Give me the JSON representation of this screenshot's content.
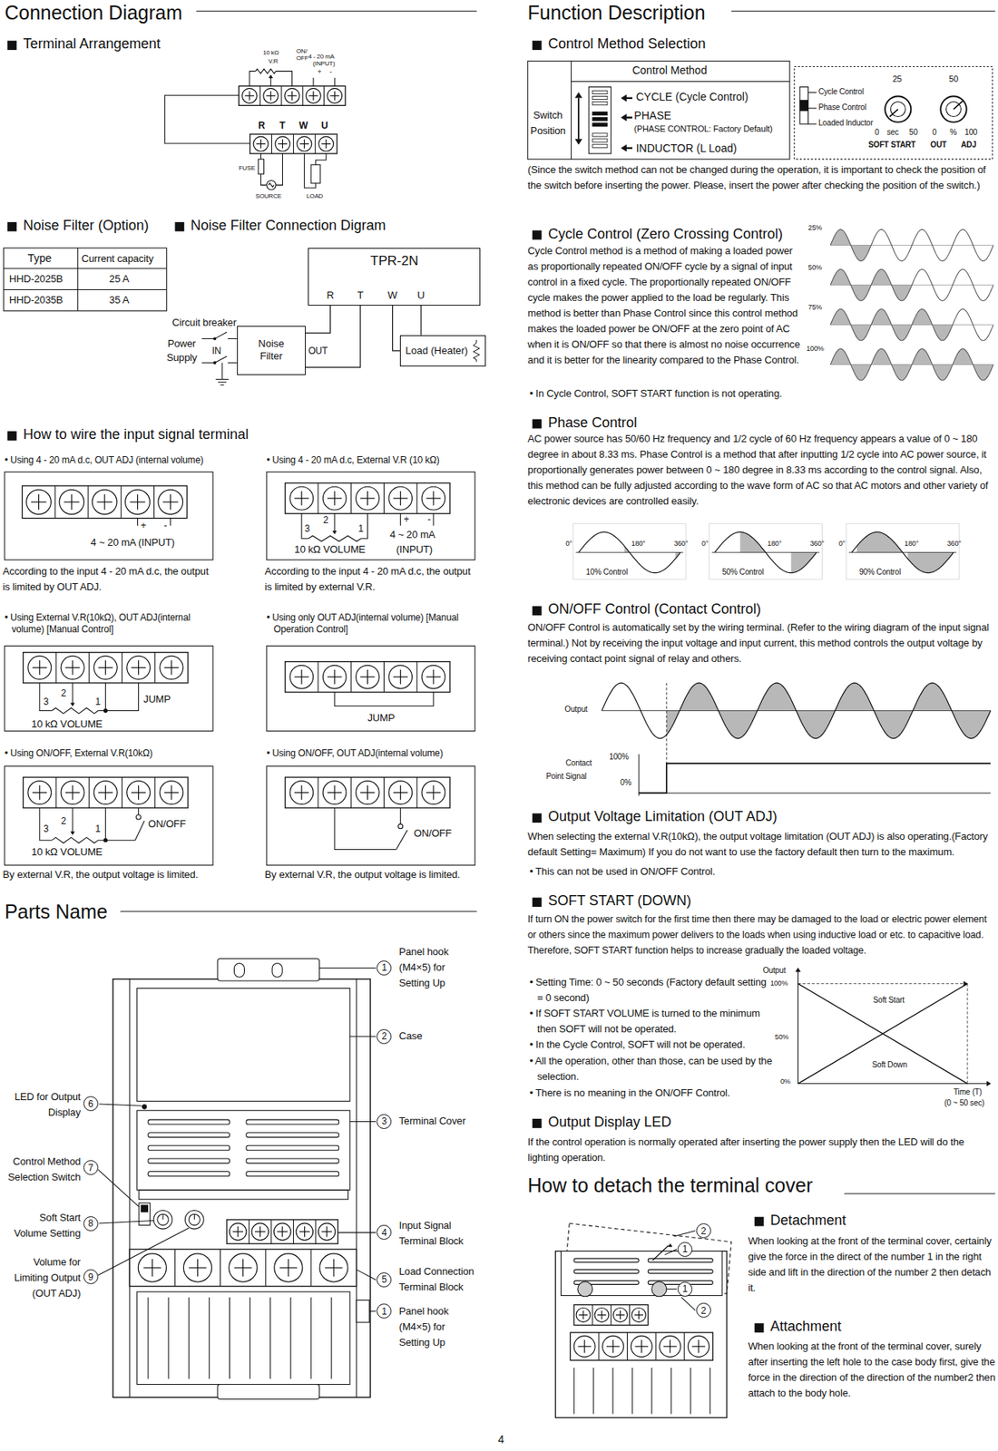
{
  "diagram": {
    "nodes": [
      {
        "text": [
          "TPR-2N",
          "R",
          "T",
          "W",
          "U"
        ]
      },
      {
        "text": [
          "Noise Filter"
        ]
      },
      {
        "text": [
          "Load (Heater)"
        ]
      },
      {
        "text": [
          "1"
        ]
      },
      {
        "text": [
          "2"
        ]
      },
      {
        "text": [
          "6"
        ]
      },
      {
        "text": [
          "3"
        ]
      },
      {
        "text": [
          "7"
        ]
      },
      {
        "text": [
          "8"
        ]
      },
      {
        "text": [
          "4"
        ]
      },
      {
        "text": [
          "9"
        ]
      },
      {
        "text": [
          "5"
        ]
      },
      {
        "text": [
          "1"
        ]
      },
      {
        "text": [
          "2"
        ]
      },
      {
        "text": [
          "1"
        ]
      },
      {
        "text": [
          "1"
        ]
      },
      {
        "text": [
          "2"
        ]
      }
    ],
    "edges": [
      {
        "from": 1,
        "to": 0,
        "arrow": "none"
      },
      {
        "from": 1,
        "to": 0,
        "arrow": "none"
      },
      {
        "from": 0,
        "to": 2,
        "arrow": "none"
      },
      {
        "from": 0,
        "to": 2,
        "arrow": "none"
      }
    ],
    "labels": [
      "Connection Diagram",
      "Terminal Arrangement",
      "10 kΩ",
      "V.R",
      "ON/",
      "OFF",
      "4 - 20 mA",
      "(INPUT)",
      "+",
      "-",
      "R",
      "T",
      "W",
      "U",
      "FUSE",
      "SOURCE",
      "LOAD",
      "Noise Filter (Option)",
      "Noise Filter Connection Digram",
      "Type",
      "Current capacity",
      "HHD-2025B",
      "25 A",
      "HHD-2035B",
      "35 A",
      "Circuit breaker",
      "Power",
      "Supply",
      "IN",
      "OUT",
      "How to wire the input signal terminal",
      "• Using 4 - 20 mA d.c, OUT ADJ (internal volume)",
      "+",
      "-",
      "4 ~ 20 mA (INPUT)",
      "According to the input 4 - 20 mA d.c, the output is limited by OUT ADJ.",
      "• Using 4 - 20 mA d.c, External V.R (10 kΩ)",
      "3",
      "2",
      "1",
      "+",
      "-",
      "4 ~ 20 mA",
      "10 kΩ VOLUME",
      "(INPUT)",
      "According to the input 4 - 20 mA d.c, the output is limited by external V.R.",
      "• Using External V.R(10kΩ), OUT ADJ(internal volume) [Manual Control]",
      "3",
      "2",
      "1",
      "JUMP",
      "10 kΩ VOLUME",
      "• Using only OUT ADJ(internal volume) [Manual Operation Control]",
      "JUMP",
      "• Using ON/OFF, External V.R(10kΩ)",
      "3",
      "2",
      "1",
      "ON/OFF",
      "10 kΩ VOLUME",
      "By external V.R, the output voltage is limited.",
      "• Using ON/OFF, OUT ADJ(internal volume)",
      "ON/OFF",
      "By external V.R, the output voltage is limited.",
      "Parts Name",
      "Panel hook (M4×5) for Setting Up",
      "Case",
      "Terminal Cover",
      "Input Signal Terminal Block",
      "Load Connection Terminal Block",
      "Panel hook (M4×5) for Setting Up",
      "LED for Output Display",
      "Control Method Selection Switch",
      "Soft Start Volume Setting",
      "Volume for Limiting Output (OUT ADJ)",
      "Function Description",
      "Control Method Selection",
      "Control Method",
      "Switch",
      "Position",
      "CYCLE (Cycle Control)",
      "PHASE",
      "(PHASE CONTROL: Factory Default)",
      "INDUCTOR (L Load)",
      "25",
      "50",
      "Cycle Control",
      "Phase Control",
      "Loaded Inductor",
      "0",
      "sec",
      "50",
      "0",
      "%",
      "100",
      "SOFT START",
      "OUT",
      "ADJ",
      "(Since the switch method can not be changed during the operation, it is important to check the position of the switch before inserting the power. Please, insert the power after checking the position of the switch.)",
      "Cycle Control (Zero Crossing Control)",
      "Cycle Control method is a method of making a loaded power as proportionally repeated ON/OFF cycle by a signal of input control in a fixed cycle. The proportionally repeated ON/OFF cycle makes the power applied to the load be regularly. This method is better than Phase Control since this control method makes the loaded power be ON/OFF at the zero point of AC when it is ON/OFF so that there is almost no noise occurrence and it is better for the linearity compared to the Phase Control.",
      "• In Cycle Control, SOFT START function is not operating.",
      "25%",
      "50%",
      "75%",
      "100%",
      "Phase Control",
      "AC power source has 50/60 Hz frequency and 1/2 cycle of 60 Hz frequency appears a value of 0 ~ 180 degree in about 8.33 ms. Phase Control is a method that after inputting 1/2 cycle into AC power source, it proportionally generates power between 0 ~ 180 degree in 8.33 ms according to the control signal. Also, this method can be fully adjusted according to the wave form of AC so that AC motors and other variety of electronic devices are controlled easily.",
      "0°",
      "180°",
      "360°",
      "10% Control",
      "0°",
      "180°",
      "360°",
      "50% Control",
      "0°",
      "180°",
      "360°",
      "90% Control",
      "ON/OFF Control (Contact Control)",
      "ON/OFF Control is automatically set by the wiring terminal. (Refer to the wiring diagram of the input signal terminal.) Not by receiving the input voltage and input current, this method controls the output voltage by receiving contact point signal of relay and others.",
      "Output",
      "100%",
      "Contact",
      "Point Signal",
      "0%",
      "Output Voltage Limitation (OUT ADJ)",
      "When selecting the external V.R(10kΩ), the output voltage limitation (OUT ADJ) is also operating.(Factory default Setting= Maximum) If you do not want to use the factory default then turn to the maximum.",
      "• This can not be used in ON/OFF Control.",
      "SOFT START (DOWN)",
      "If turn ON the power switch for the first time then there may be damaged to the load or electric power element or others since the maximum power delivers to the loads when using inductive load or etc. to capacitive load. Therefore, SOFT START function helps to increase gradually the loaded voltage.",
      "• Setting Time: 0 ~ 50 seconds (Factory default setting = 0 second)",
      "• If SOFT START VOLUME is turned to the minimum then SOFT will not be operated.",
      "• In the Cycle Control, SOFT will not be operated.",
      "• All the operation, other than those, can be used by the selection.",
      "• There is no meaning in the ON/OFF Control.",
      "Output",
      "100%",
      "50%",
      "0%",
      "Soft Start",
      "Soft Down",
      "Time (T)",
      "(0 ~ 50 sec)",
      "Output Display LED",
      "If the control operation is normally operated after inserting the power supply then the LED will do the lighting operation.",
      "How to detach the terminal cover",
      "Detachment",
      "When looking at the front of the terminal cover, certainly give the force in the direct of the number 1 in the right side and lift in the direction of the number 2 then detach it.",
      "Attachment",
      "When looking at the front of the terminal cover, surely after inserting the left hole to the case body first, give the force in the direction of the direction of the number2 then attach to the body hole.",
      "4"
    ]
  }
}
